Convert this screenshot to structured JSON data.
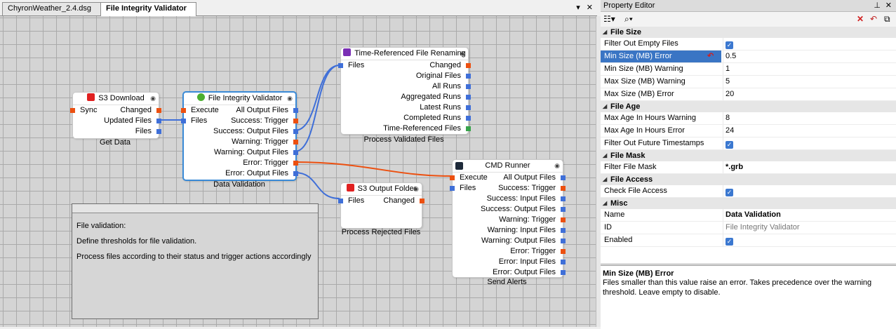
{
  "tabs": [
    {
      "label": "ChyronWeather_2.4.dsg"
    },
    {
      "label": "File Integrity Validator"
    }
  ],
  "tab_controls": {
    "dropdown": "▾",
    "close": "✕"
  },
  "nodes": {
    "s3_download": {
      "title": "S3 Download",
      "inputs": [
        "Sync"
      ],
      "outputs": [
        "Changed",
        "Updated Files",
        "Files"
      ],
      "caption": "Get Data"
    },
    "validator": {
      "title": "File Integrity Validator",
      "inputs": [
        "Execute",
        "Files"
      ],
      "outputs": [
        "All Output Files",
        "Success: Trigger",
        "Success: Output Files",
        "Warning: Trigger",
        "Warning: Output Files",
        "Error: Trigger",
        "Error: Output Files"
      ],
      "caption": "Data Validation"
    },
    "renaming": {
      "title": "Time-Referenced File Renaming",
      "inputs": [
        "Files"
      ],
      "outputs": [
        "Changed",
        "Original Files",
        "All Runs",
        "Aggregated Runs",
        "Latest Runs",
        "Completed Runs",
        "Time-Referenced Files"
      ],
      "caption": "Process Validated Files"
    },
    "s3_output": {
      "title": "S3 Output Folder",
      "inputs": [
        "Files"
      ],
      "outputs": [
        "Changed"
      ],
      "caption": "Process Rejected Files"
    },
    "cmd": {
      "title": "CMD Runner",
      "inputs": [
        "Execute",
        "Files"
      ],
      "outputs": [
        "All Output Files",
        "Success: Trigger",
        "Success: Input Files",
        "Success: Output Files",
        "Warning: Trigger",
        "Warning: Input Files",
        "Warning: Output Files",
        "Error: Trigger",
        "Error: Input Files",
        "Error: Output Files"
      ],
      "caption": "Send Alerts"
    }
  },
  "note": {
    "lines": [
      "File validation:",
      "Define thresholds for file validation.",
      "Process files according to their status and trigger actions accordingly"
    ]
  },
  "property_editor": {
    "title": "Property Editor",
    "sections": [
      {
        "name": "File Size",
        "rows": [
          {
            "name": "Filter Out Empty Files",
            "value": "",
            "checked": true
          },
          {
            "name": "Min Size (MB) Error",
            "value": "0.5",
            "selected": true
          },
          {
            "name": "Min Size (MB) Warning",
            "value": "1"
          },
          {
            "name": "Max Size (MB) Warning",
            "value": "5"
          },
          {
            "name": "Max Size (MB) Error",
            "value": "20"
          }
        ]
      },
      {
        "name": "File Age",
        "rows": [
          {
            "name": "Max Age In Hours Warning",
            "value": "8"
          },
          {
            "name": "Max Age In Hours Error",
            "value": "24"
          },
          {
            "name": "Filter Out Future Timestamps",
            "value": "",
            "checked": true
          }
        ]
      },
      {
        "name": "File Mask",
        "rows": [
          {
            "name": "Filter File Mask",
            "value": "*.grb",
            "bold": true
          }
        ]
      },
      {
        "name": "File Access",
        "rows": [
          {
            "name": "Check File Access",
            "value": "",
            "checked": true
          }
        ]
      },
      {
        "name": "Misc",
        "rows": [
          {
            "name": "Name",
            "value": "Data Validation",
            "bold": true
          },
          {
            "name": "ID",
            "value": "File Integrity Validator",
            "grey": true
          },
          {
            "name": "Enabled",
            "value": "",
            "checked": true
          }
        ]
      }
    ],
    "description": {
      "title": "Min Size (MB) Error",
      "text": "Files smaller than this value raise an error. Takes precedence over the warning threshold. Leave empty to disable."
    }
  },
  "colors": {
    "trigger_port": "#ec5010",
    "file_port": "#3f6fd8",
    "wire_blue": "#3f6fd8",
    "wire_orange": "#ec5010",
    "selection": "#3a8ad6"
  }
}
